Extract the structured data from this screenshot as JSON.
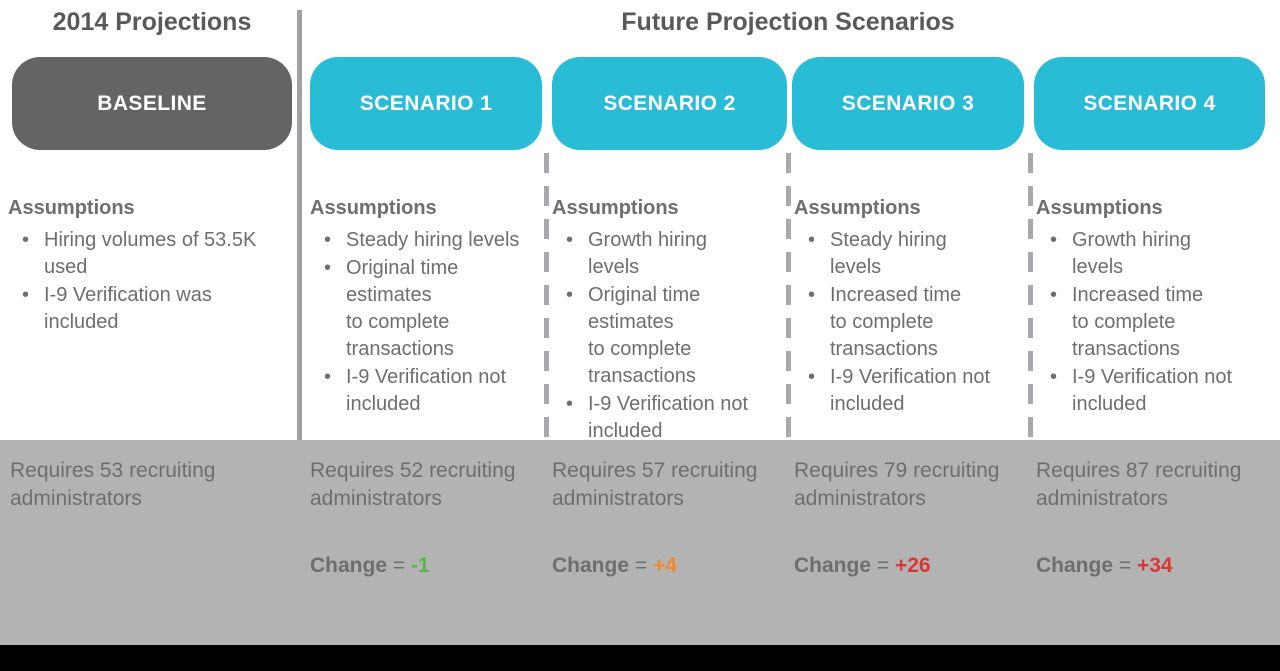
{
  "headers": {
    "left": "2014 Projections",
    "right": "Future Projection Scenarios"
  },
  "change": {
    "label": "Change",
    "equals": "="
  },
  "colors": {
    "accent_cyan": "#29BCD6",
    "baseline_pill_gray": "#646464",
    "heading_gray": "#58595B",
    "body_gray": "#6D6E71",
    "band_gray": "#B3B3B4",
    "footer_black": "#000000",
    "change_green": "#54B948",
    "change_orange": "#EE8A2F",
    "change_red": "#D93832"
  },
  "columns": [
    {
      "pill": "BASELINE",
      "assumptions_title": "Assumptions",
      "bullets": [
        "Hiring volumes of 53.5K\nused",
        "I-9 Verification was\nincluded"
      ],
      "requires": "Requires 53 recruiting\nadministrators"
    },
    {
      "pill": "SCENARIO 1",
      "assumptions_title": "Assumptions",
      "bullets": [
        "Steady hiring levels",
        "Original time\nestimates\nto complete\ntransactions",
        "I-9 Verification not\nincluded"
      ],
      "requires": "Requires 52 recruiting\nadministrators",
      "change_value": "-1",
      "change_color": "#54B948"
    },
    {
      "pill": "SCENARIO 2",
      "assumptions_title": "Assumptions",
      "bullets": [
        "Growth hiring\nlevels",
        "Original time\nestimates\nto complete\ntransactions",
        "I-9 Verification not\nincluded"
      ],
      "requires": "Requires 57 recruiting\nadministrators",
      "change_value": "+4",
      "change_color": "#EE8A2F"
    },
    {
      "pill": "SCENARIO 3",
      "assumptions_title": "Assumptions",
      "bullets": [
        "Steady hiring\nlevels",
        "Increased time\nto complete\ntransactions",
        "I-9 Verification not\nincluded"
      ],
      "requires": "Requires 79 recruiting\nadministrators",
      "change_value": "+26",
      "change_color": "#D93832"
    },
    {
      "pill": "SCENARIO 4",
      "assumptions_title": "Assumptions",
      "bullets": [
        "Growth hiring\nlevels",
        "Increased time\nto complete\ntransactions",
        "I-9 Verification not\nincluded"
      ],
      "requires": "Requires 87 recruiting\nadministrators",
      "change_value": "+34",
      "change_color": "#D93832"
    }
  ]
}
